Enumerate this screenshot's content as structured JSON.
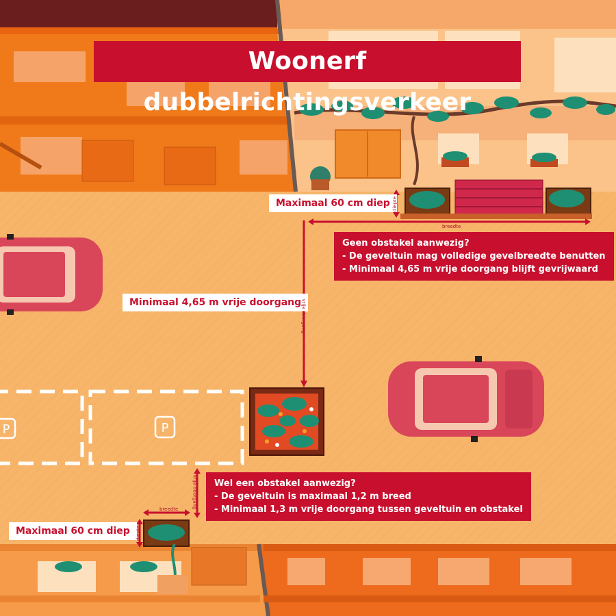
{
  "title": "Woonerf dubbelrichtingsverkeer",
  "labels": {
    "top_depth": "Maximaal 60 cm diep",
    "bottom_depth": "Maximaal 60 cm diep",
    "free_passage": "Minimaal 4,65 m vrije doorgang"
  },
  "panel_no_obstacle": {
    "heading": "Geen obstakel aanwezig?",
    "line1": "- De geveltuin mag volledige gevelbreedte benutten",
    "line2": "- Minimaal 4,65 m vrije doorgang blijft gevrijwaard"
  },
  "panel_obstacle": {
    "heading": "Wel een obstakel aanwezig?",
    "line1": "- De geveltuin is maximaal 1,2 m breed",
    "line2": "- Minimaal 1,3 m vrije doorgang tussen geveltuin en obstakel"
  },
  "dimension_tags": {
    "diepte_top": "diepte",
    "breedte_top": "breedte",
    "vrije_doorgang_top": "vrije doorgang",
    "breedte_bottom": "breedte",
    "diepte_bottom": "diepte",
    "vrije_doorgang_bottom": "vrije doorgang"
  },
  "parking_symbol": "P",
  "colors": {
    "road": "#f7b56a",
    "accent_red": "#c8102e",
    "building_orange": "#f07a1a",
    "car_red": "#d9465a",
    "plant_green": "#1f8f73"
  }
}
